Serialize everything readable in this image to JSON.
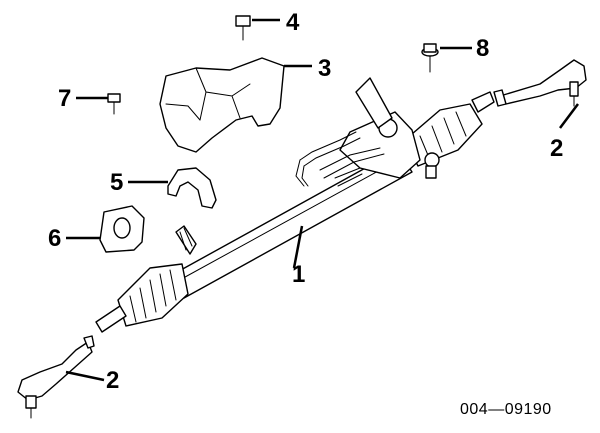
{
  "diagram": {
    "reference_number": "004—09190",
    "callouts": {
      "rack_gear": "1",
      "tie_rod_end_right": "2",
      "tie_rod_end_left": "2",
      "heat_shield": "3",
      "shield_bolt": "4",
      "bushing_clamp": "5",
      "bushing": "6",
      "bolt_7": "7",
      "bolt_8": "8"
    },
    "icons": {
      "rack_gear": "steering-rack-gear-assembly",
      "tie_rod_end": "outer-tie-rod-end",
      "heat_shield": "heat-shield",
      "bolt": "bolt",
      "clamp": "bushing-clamp",
      "bushing": "rubber-bushing"
    }
  }
}
